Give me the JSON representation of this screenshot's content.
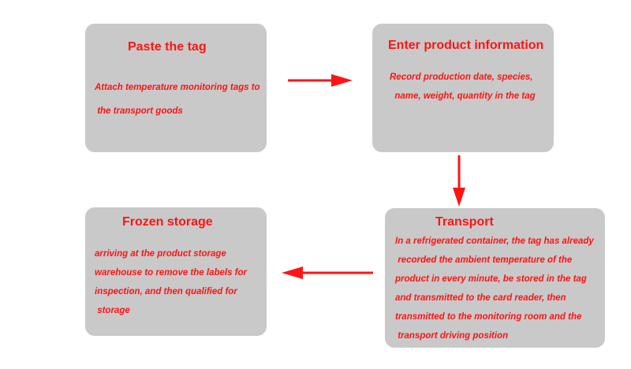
{
  "steps": {
    "paste": {
      "title": "Paste the tag",
      "lines": [
        "Attach temperature monitoring tags to",
        " the transport goods"
      ]
    },
    "enter": {
      "title": "Enter product information",
      "lines": [
        "Record production date, species,",
        "  name, weight, quantity in the tag"
      ]
    },
    "frozen": {
      "title": "Frozen storage",
      "lines": [
        "arriving at the product storage",
        "warehouse to remove the labels for",
        "inspection, and then qualified for",
        " storage"
      ]
    },
    "transport": {
      "title": "Transport",
      "lines": [
        "In a refrigerated container, the tag has already",
        " recorded the ambient temperature of the",
        "product in every minute, be stored in the tag",
        "and transmitted to the card reader, then",
        "transmitted to the monitoring room and the",
        " transport driving position"
      ]
    }
  },
  "colors": {
    "box": "#c9c9c9",
    "text": "#ff1414",
    "arrow": "#ff1414"
  }
}
